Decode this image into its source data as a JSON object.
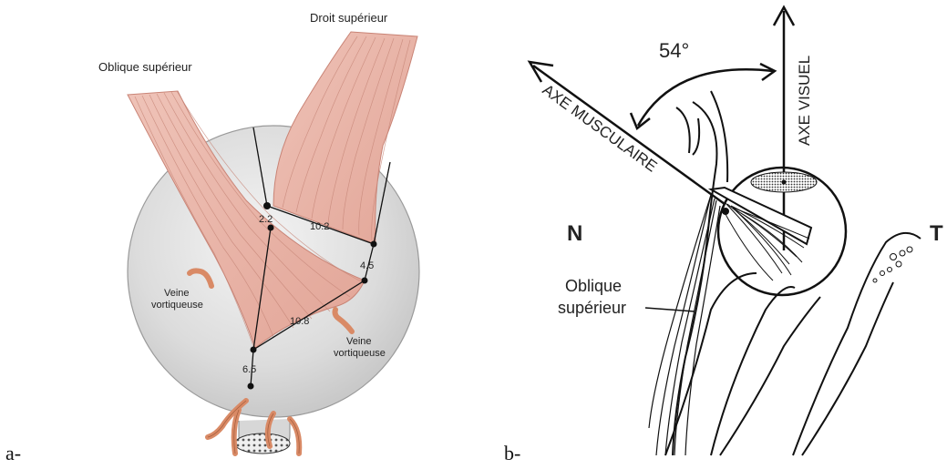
{
  "panel_a": {
    "caption": "a-",
    "labels": {
      "droit_superieur": "Droit supérieur",
      "oblique_superieur": "Oblique supérieur",
      "veine_vortiqueuse_left_1": "Veine",
      "veine_vortiqueuse_left_2": "vortiqueuse",
      "veine_vortiqueuse_right_1": "Veine",
      "veine_vortiqueuse_right_2": "vortiqueuse"
    },
    "measurements": {
      "m1": "2.2",
      "m2": "10.2",
      "m3": "4.5",
      "m4": "10.8",
      "m5": "6.5"
    },
    "colors": {
      "globe": "#e2e2e2",
      "muscle": "#e9b5ab",
      "vein": "#d98a66"
    }
  },
  "panel_b": {
    "caption": "b-",
    "angle": "54°",
    "axe_visuel": "AXE VISUEL",
    "axe_musculaire": "AXE MUSCULAIRE",
    "nasal": "N",
    "temporal": "T",
    "oblique_1": "Oblique",
    "oblique_2": "supérieur"
  }
}
